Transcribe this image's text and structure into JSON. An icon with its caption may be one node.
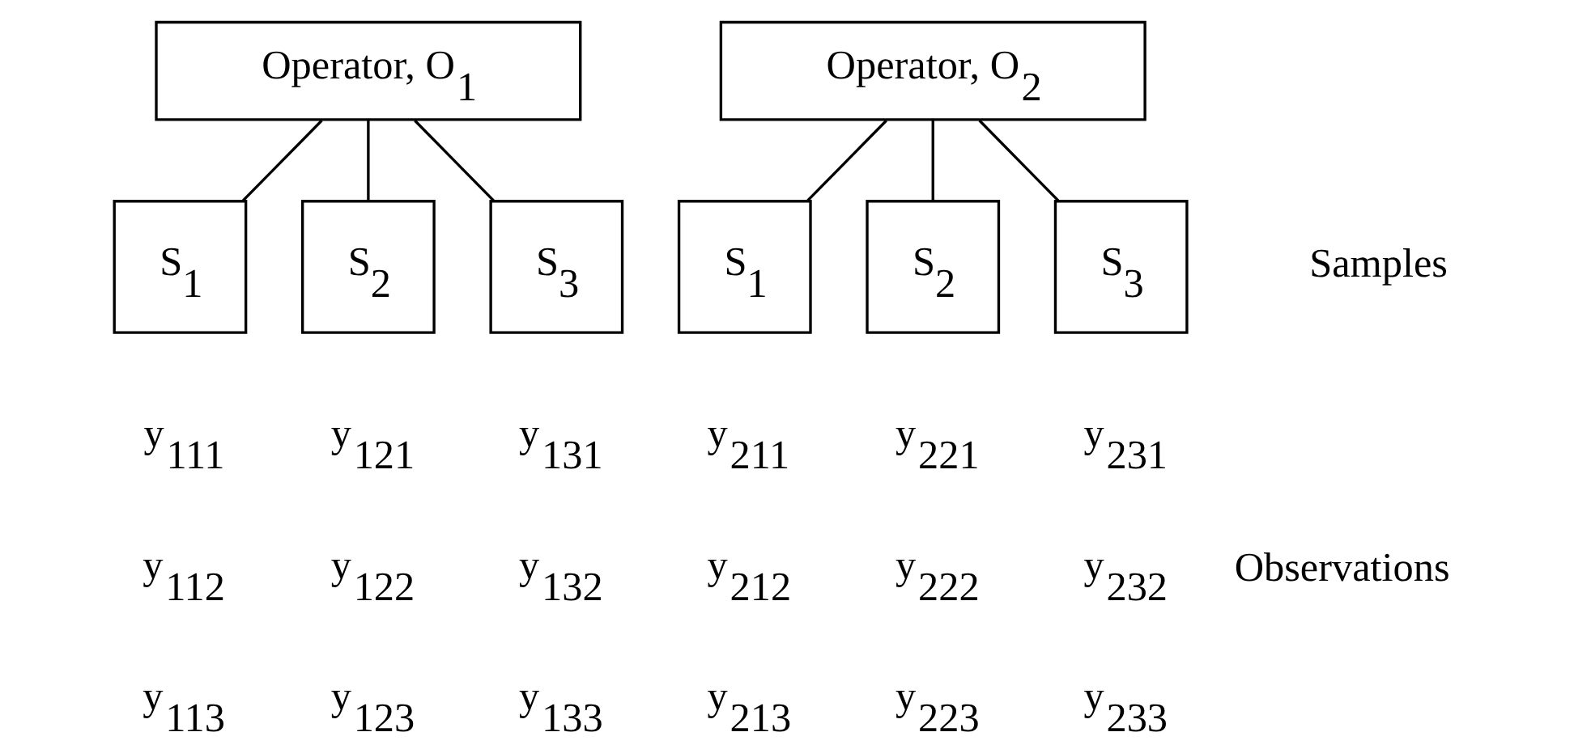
{
  "diagram": {
    "nodes": [
      {
        "text": [
          "Operator, O$_{1}$"
        ]
      },
      {
        "text": [
          "Operator, O$_{2}$"
        ]
      },
      {
        "text": [
          "S$_{1}$"
        ]
      },
      {
        "text": [
          "S$_{2}$"
        ]
      },
      {
        "text": [
          "S$_{3}$"
        ]
      },
      {
        "text": [
          "S$_{1}$"
        ]
      },
      {
        "text": [
          "S$_{2}$"
        ]
      },
      {
        "text": [
          "S$_{3}$"
        ]
      }
    ],
    "edges": [
      {
        "from": 0,
        "to": 2,
        "arrow": "none"
      },
      {
        "from": 0,
        "to": 3,
        "arrow": "none"
      },
      {
        "from": 0,
        "to": 4,
        "arrow": "none"
      },
      {
        "from": 1,
        "to": 5,
        "arrow": "none"
      },
      {
        "from": 1,
        "to": 6,
        "arrow": "none"
      },
      {
        "from": 1,
        "to": 7,
        "arrow": "none"
      }
    ],
    "labels": [
      "Samples",
      "y$_{111}$",
      "y$_{121}$",
      "y$_{131}$",
      "y$_{211}$",
      "y$_{221}$",
      "y$_{231}$",
      "y$_{112}$",
      "y$_{122}$",
      "y$_{132}$",
      "y$_{212}$",
      "y$_{222}$",
      "y$_{232}$",
      "y$_{113}$",
      "y$_{123}$",
      "y$_{133}$",
      "y$_{213}$",
      "y$_{223}$",
      "y$_{233}$",
      "Observations"
    ]
  }
}
